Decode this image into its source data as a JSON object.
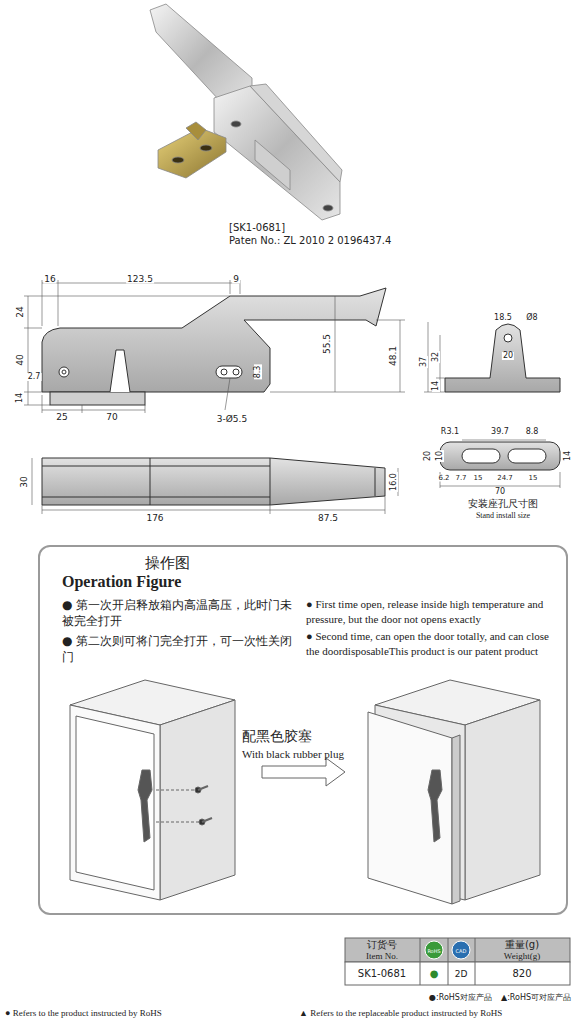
{
  "diagram": {
    "nodes": [
      {
        "text": [
          "操作图",
          "Operation Figure",
          "● 第一次开启释放箱内高温高压，此时门未被完全打开",
          "● 第二次则可将门完全打开，可一次性关闭门",
          "● First time open, release inside high temperature and pressure, but the door not opens exactly",
          "● Second time, can open the door totally, and can close the doordisposableThis product is our patent product",
          "配黑色胶塞",
          "With black rubber plug"
        ]
      }
    ],
    "labels": [
      "[SK1-0681]",
      "Paten No.: ZL 2010 2 0196437.4",
      "16",
      "123.5",
      "9",
      "24",
      "40",
      "55.5",
      "48.1",
      "2.7",
      "14",
      "3-Ø5.5",
      "8.3",
      "25",
      "70",
      "30",
      "176",
      "87.5",
      "16.0",
      "18.5",
      "Ø8",
      "20",
      "37",
      "32",
      "14",
      "R3.1",
      "39.7",
      "8.8",
      "20",
      "10",
      "14",
      "6.2",
      "7.7",
      "15",
      "24.7",
      "15",
      "70",
      "安装座孔尺寸图",
      "Stand install size",
      "订货号",
      "Item No.",
      "RoHS",
      "CAD",
      "重量(g)",
      "Weight(g)",
      "SK1-0681",
      "●",
      "2D",
      "820",
      "●:RoHS对应产品",
      "▲:RoHS可对应产品",
      "● Refers to the product instructed by RoHS",
      "▲ Refers to the replaceable product instructed by RoHS"
    ]
  }
}
